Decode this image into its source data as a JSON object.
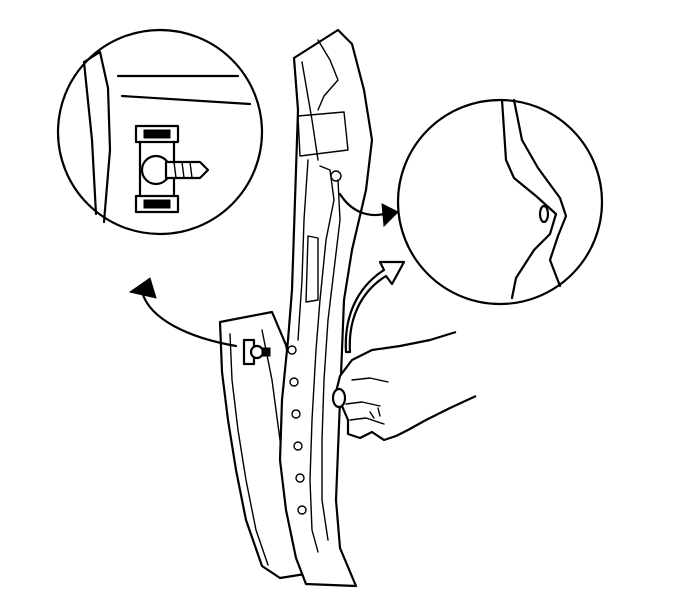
{
  "figure": {
    "background_color": "#ffffff",
    "line_color": "#000000",
    "parts": [
      "trim-panel",
      "pillar-trim",
      "hand",
      "clip-detail-view",
      "edge-detail-view"
    ],
    "callouts": [
      {
        "from": "clip-location",
        "to": "clip-detail-view"
      },
      {
        "from": "retainer-tab",
        "to": "edge-detail-view"
      },
      {
        "from": "hand",
        "to": "edge-detail-view"
      }
    ]
  }
}
